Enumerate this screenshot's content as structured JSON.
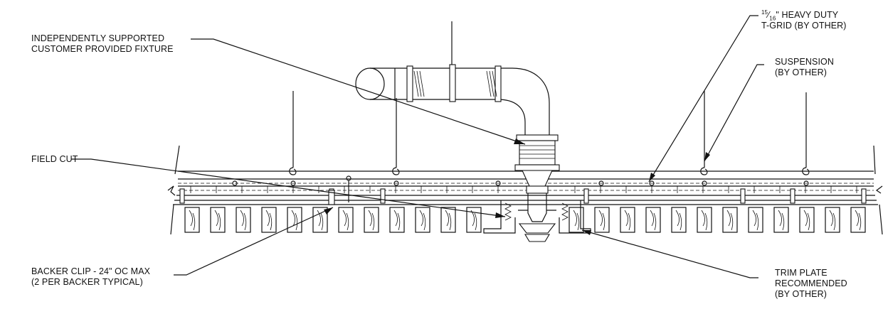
{
  "labels": {
    "fixture": [
      "INDEPENDENTLY SUPPORTED",
      "CUSTOMER PROVIDED FIXTURE"
    ],
    "grid_fraction": {
      "numerator": "15",
      "denominator": "16",
      "rest_line1": "\" HEAVY DUTY",
      "line2": "T-GRID (BY OTHER)"
    },
    "suspension": [
      "SUSPENSION",
      "(BY OTHER)"
    ],
    "field_cut": "FIELD CUT",
    "backer_clip": [
      "BACKER CLIP - 24\" OC MAX",
      "(2 PER BACKER TYPICAL)"
    ],
    "trim_plate": [
      "TRIM PLATE",
      "RECOMMENDED",
      "(BY OTHER)"
    ]
  },
  "colors": {
    "line": "#111111",
    "background": "#ffffff"
  }
}
